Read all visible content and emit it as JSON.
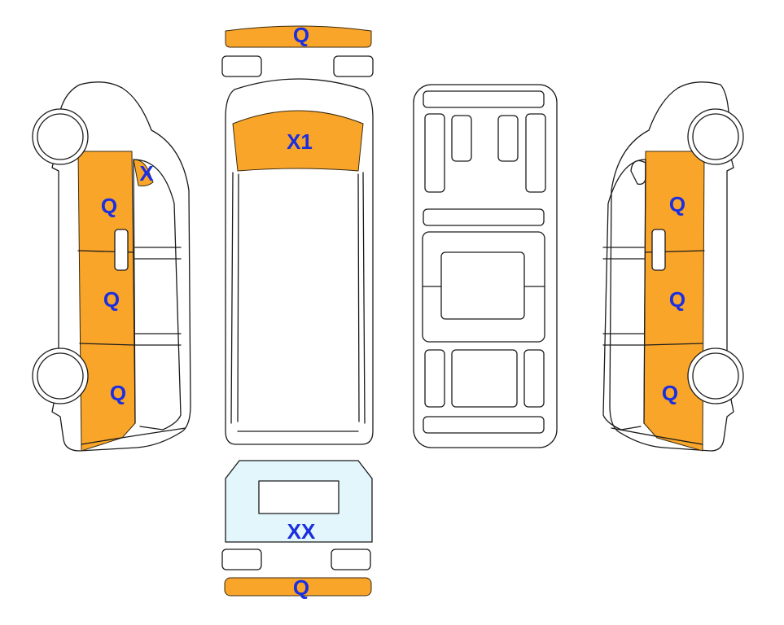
{
  "colors": {
    "damage_fill": "#f9a52a",
    "glass_fill": "#e2f6fb",
    "label": "#1b2fe0",
    "outline": "#1a1a1a"
  },
  "views": {
    "front": {
      "bumper": "Q"
    },
    "roof": {
      "front_panel": "X1"
    },
    "rear": {
      "window_area": "XX",
      "bumper": "Q"
    },
    "left_side": {
      "panel_1": "Q",
      "panel_2": "Q",
      "panel_3": "Q",
      "door_corner": "X"
    },
    "right_side": {
      "panel_1": "Q",
      "panel_2": "Q",
      "panel_3": "Q"
    }
  }
}
